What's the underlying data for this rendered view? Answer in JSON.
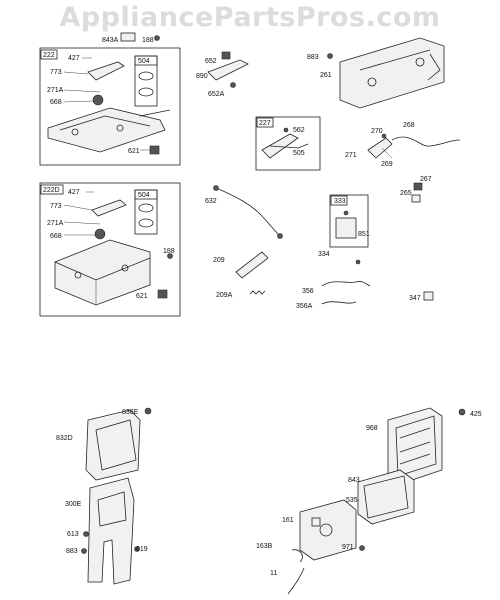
{
  "watermark": "AppliancePartsPros.com",
  "labels": {
    "l843A": "843A",
    "l188a": "188",
    "l222": "222",
    "l427a": "427",
    "l773a": "773",
    "l504a": "504",
    "l271Aa": "271A",
    "l668a": "668",
    "l621a": "621",
    "l652": "652",
    "l890": "890",
    "l652A": "652A",
    "l883a": "883",
    "l261": "261",
    "l227": "227",
    "l562": "562",
    "l505": "505",
    "l270": "270",
    "l268": "268",
    "l271": "271",
    "l269": "269",
    "l267": "267",
    "l265": "265",
    "l222D": "222D",
    "l427b": "427",
    "l773b": "773",
    "l504b": "504",
    "l271Ab": "271A",
    "l668b": "668",
    "l188b": "188",
    "l621b": "621",
    "l632": "632",
    "l333": "333",
    "l851": "851",
    "l334": "334",
    "l209": "209",
    "l209A": "209A",
    "l356": "356",
    "l356A": "356A",
    "l347": "347",
    "l836E": "836E",
    "l832D": "832D",
    "l300E": "300E",
    "l613": "613",
    "l883b": "883",
    "l819": "819",
    "l425": "425",
    "l968": "968",
    "l843": "843",
    "l535": "535",
    "l161": "161",
    "l163B": "163B",
    "l971": "971",
    "l11": "11"
  }
}
